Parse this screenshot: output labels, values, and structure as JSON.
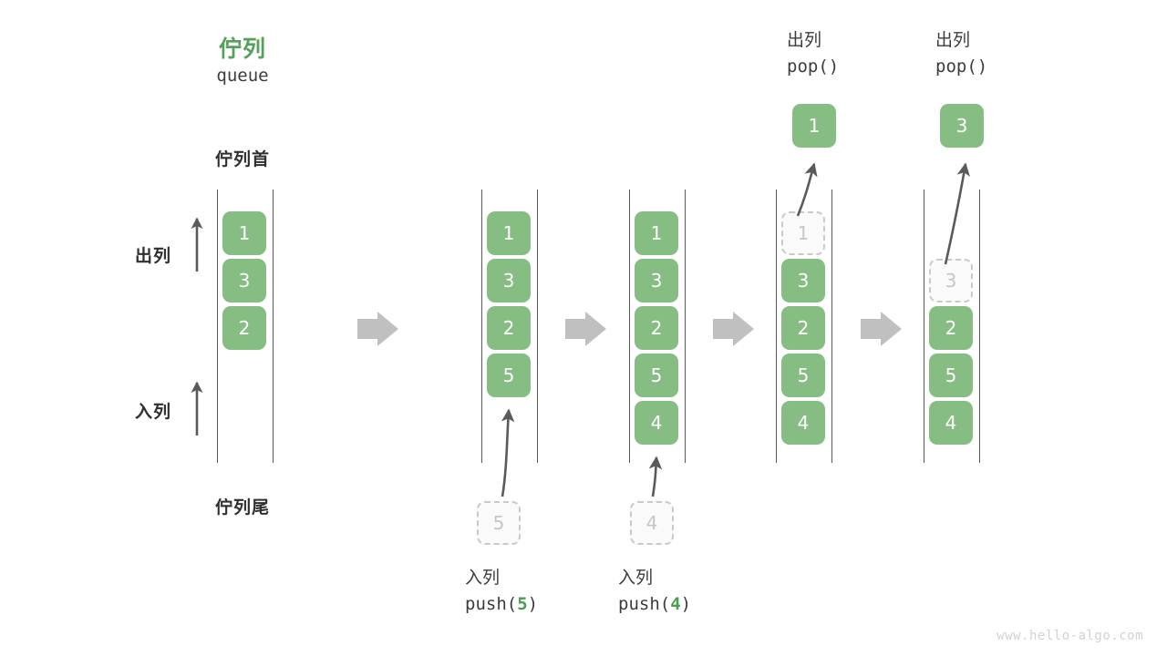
{
  "header": {
    "title_cn": "佇列",
    "title_en": "queue"
  },
  "labels": {
    "head": "佇列首",
    "tail": "佇列尾",
    "dequeue": "出列",
    "enqueue": "入列"
  },
  "watermark": "www.hello-algo.com",
  "colors": {
    "accent_green": "#86bd83",
    "title_green": "#55a05a",
    "ghost_border": "#c9c9c9",
    "ghost_text": "#c6c6c6",
    "arrow_gray": "#5a5a5a",
    "block_arrow_gray": "#c0c0c0",
    "text_dark": "#2f2f2f",
    "watermark_gray": "#d2d2d2"
  },
  "steps": [
    {
      "id": "initial",
      "cells": [
        {
          "value": "1",
          "state": "filled"
        },
        {
          "value": "3",
          "state": "filled"
        },
        {
          "value": "2",
          "state": "filled"
        }
      ]
    },
    {
      "id": "push-5",
      "cells": [
        {
          "value": "1",
          "state": "filled"
        },
        {
          "value": "3",
          "state": "filled"
        },
        {
          "value": "2",
          "state": "filled"
        },
        {
          "value": "5",
          "state": "filled"
        }
      ],
      "incoming": {
        "value": "5",
        "state": "ghost"
      },
      "caption": {
        "cn": "入列",
        "code_prefix": "push(",
        "code_value": "5",
        "code_suffix": ")"
      }
    },
    {
      "id": "push-4",
      "cells": [
        {
          "value": "1",
          "state": "filled"
        },
        {
          "value": "3",
          "state": "filled"
        },
        {
          "value": "2",
          "state": "filled"
        },
        {
          "value": "5",
          "state": "filled"
        },
        {
          "value": "4",
          "state": "filled"
        }
      ],
      "incoming": {
        "value": "4",
        "state": "ghost"
      },
      "caption": {
        "cn": "入列",
        "code_prefix": "push(",
        "code_value": "4",
        "code_suffix": ")"
      }
    },
    {
      "id": "pop-1",
      "cells": [
        {
          "value": "1",
          "state": "ghost"
        },
        {
          "value": "3",
          "state": "filled"
        },
        {
          "value": "2",
          "state": "filled"
        },
        {
          "value": "5",
          "state": "filled"
        },
        {
          "value": "4",
          "state": "filled"
        }
      ],
      "popped": {
        "value": "1",
        "state": "filled"
      },
      "caption": {
        "cn": "出列",
        "code_prefix": "pop(",
        "code_value": "",
        "code_suffix": ")"
      }
    },
    {
      "id": "pop-3",
      "cells": [
        {
          "value": "",
          "state": "empty"
        },
        {
          "value": "3",
          "state": "ghost"
        },
        {
          "value": "2",
          "state": "filled"
        },
        {
          "value": "5",
          "state": "filled"
        },
        {
          "value": "4",
          "state": "filled"
        }
      ],
      "popped": {
        "value": "3",
        "state": "filled"
      },
      "caption": {
        "cn": "出列",
        "code_prefix": "pop(",
        "code_value": "",
        "code_suffix": ")"
      }
    }
  ]
}
